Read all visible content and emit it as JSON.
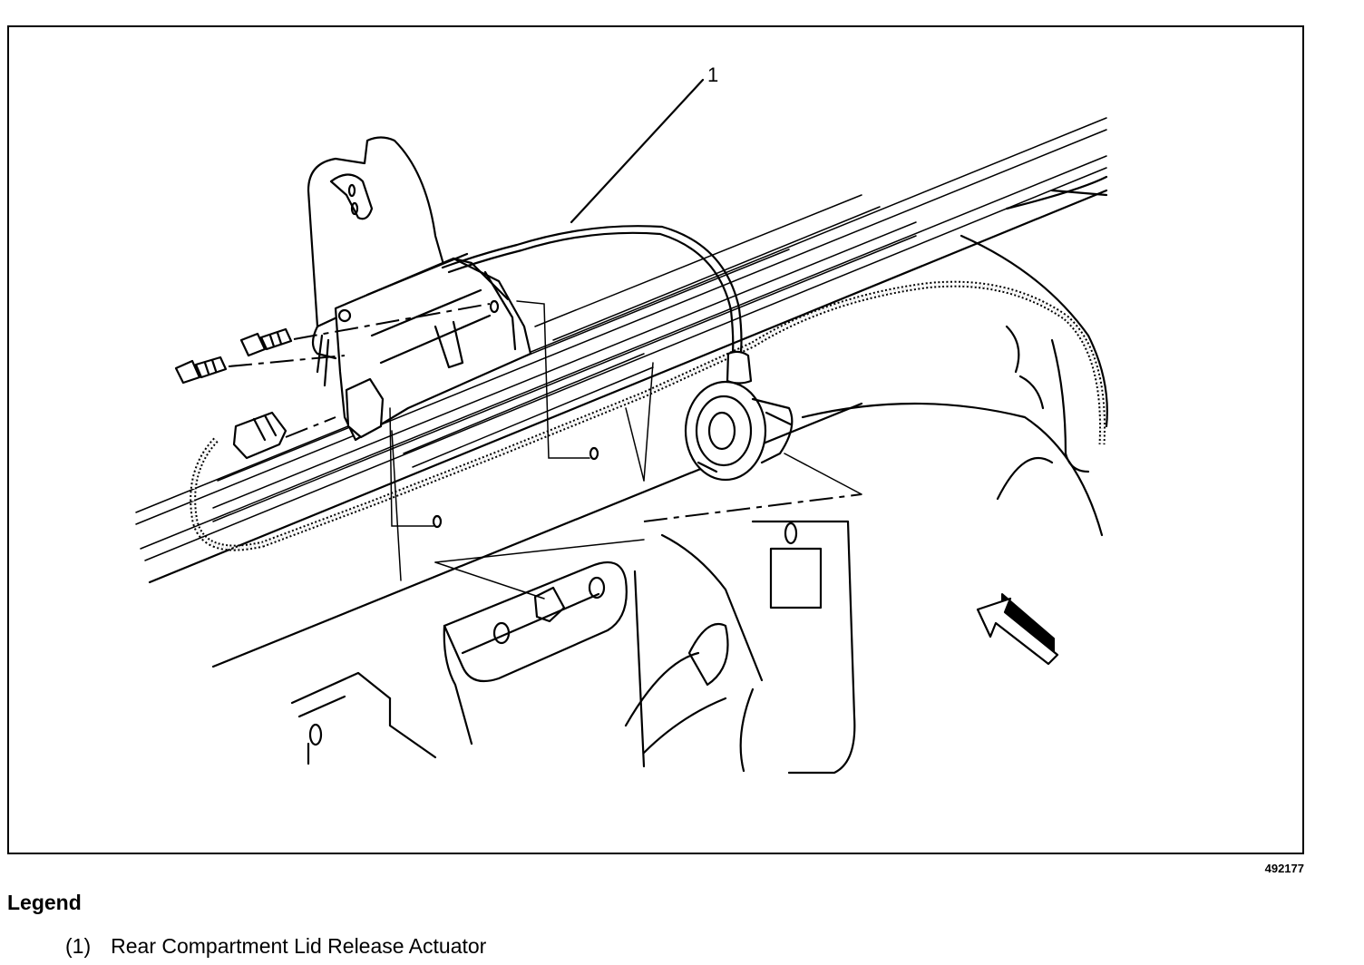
{
  "diagram": {
    "callout_number": "1",
    "figure_id": "492177"
  },
  "legend": {
    "title": "Legend",
    "items": [
      {
        "number": "(1)",
        "label": "Rear Compartment Lid Release Actuator"
      }
    ]
  }
}
